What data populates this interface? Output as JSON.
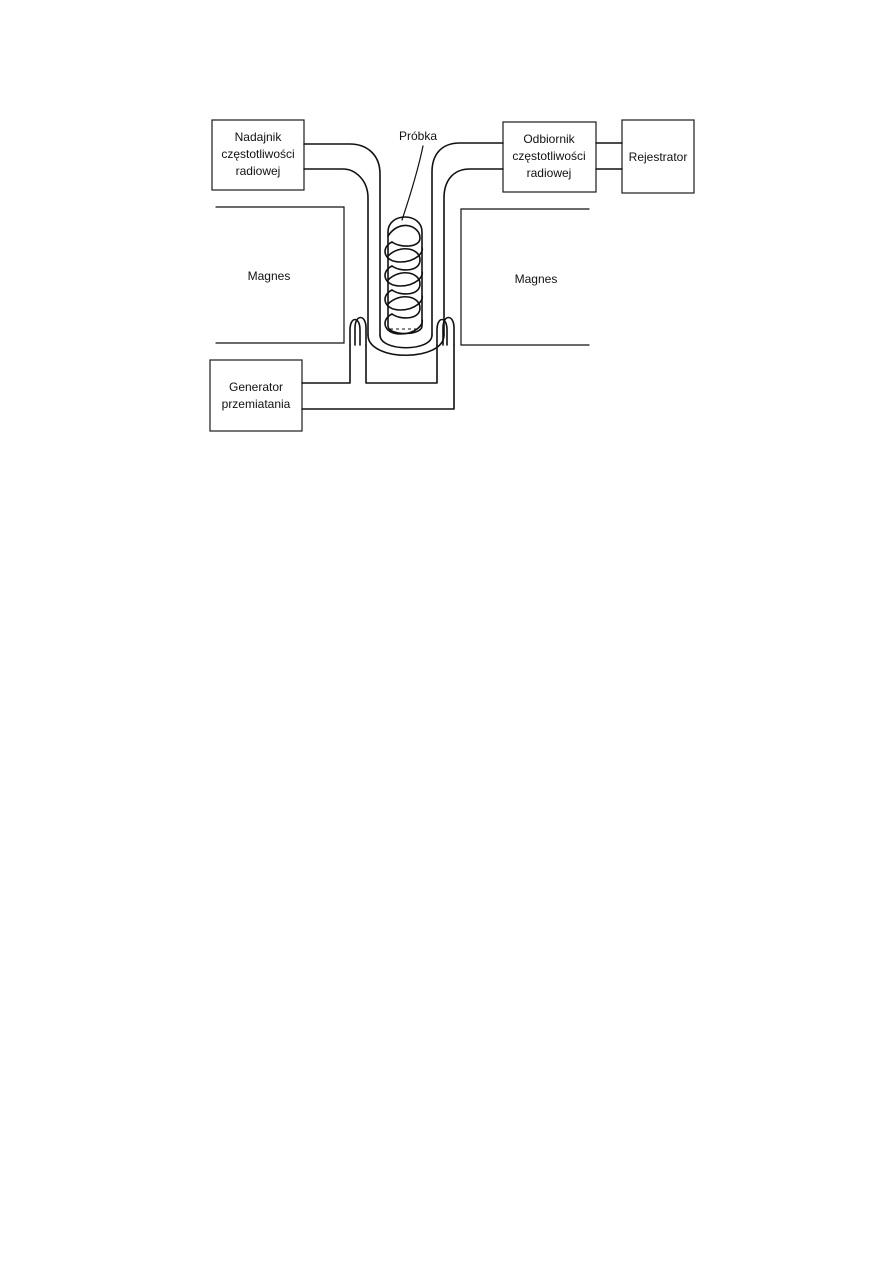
{
  "diagram": {
    "transmitter": {
      "line1": "Nadajnik",
      "line2": "częstotliwości",
      "line3": "radiowej"
    },
    "receiver": {
      "line1": "Odbiornik",
      "line2": "częstotliwości",
      "line3": "radiowej"
    },
    "recorder": "Rejestrator",
    "sample": "Próbka",
    "magnet_left": "Magnes",
    "magnet_right": "Magnes",
    "sweep_generator": {
      "line1": "Generator",
      "line2": "przemiatania"
    }
  }
}
